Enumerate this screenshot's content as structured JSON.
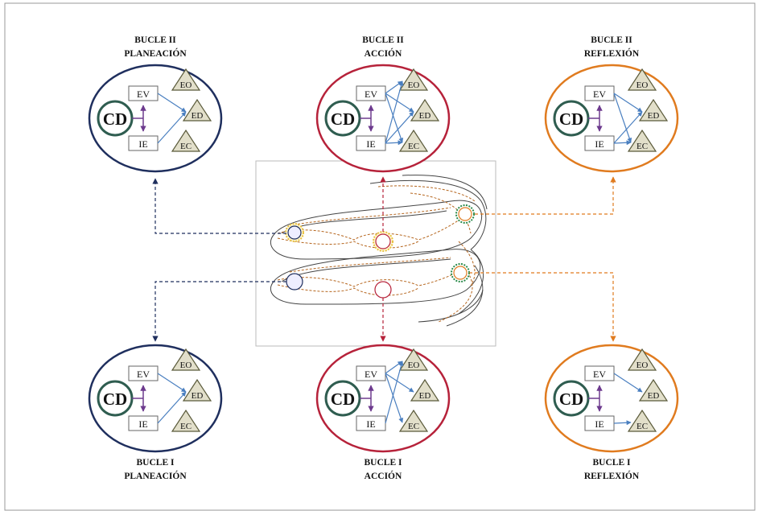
{
  "diagram": {
    "panels": [
      {
        "id": "p2-plan",
        "title_line1": "BUCLE II",
        "title_line2": "PLANEACIÓN",
        "ring_color": "#1f2f5e",
        "arrows": [
          "EV-ED",
          "IE-ED"
        ]
      },
      {
        "id": "p2-acc",
        "title_line1": "BUCLE II",
        "title_line2": "ACCIÓN",
        "ring_color": "#b6223a",
        "arrows": [
          "EV-EO",
          "EV-ED",
          "EV-EC",
          "IE-ED",
          "IE-EC",
          "IE-EO"
        ]
      },
      {
        "id": "p2-ref",
        "title_line1": "BUCLE II",
        "title_line2": "REFLEXIÓN",
        "ring_color": "#e07b1f",
        "arrows": [
          "EV-ED",
          "EV-EC",
          "IE-ED",
          "IE-EC"
        ]
      },
      {
        "id": "p1-plan",
        "title_line1": "BUCLE I",
        "title_line2": "PLANEACIÓN",
        "ring_color": "#1f2f5e",
        "arrows": [
          "EV-ED",
          "IE-ED"
        ]
      },
      {
        "id": "p1-acc",
        "title_line1": "BUCLE I",
        "title_line2": "ACCIÓN",
        "ring_color": "#b6223a",
        "arrows": [
          "EV-EO",
          "EV-ED",
          "EV-EC",
          "IE-EO"
        ]
      },
      {
        "id": "p1-ref",
        "title_line1": "BUCLE I",
        "title_line2": "REFLEXIÓN",
        "ring_color": "#e07b1f",
        "arrows": [
          "EV-ED",
          "IE-EC"
        ]
      }
    ],
    "labels": {
      "cd": "CD",
      "ev": "EV",
      "ie": "IE",
      "eo": "EO",
      "ed": "ED",
      "ec": "EC"
    },
    "colors": {
      "node_fill": "#e2dfca",
      "node_stroke": "#5a5a3a",
      "arrow": "#4a7fc0",
      "vertical": "#6d3a8e",
      "dash_blue": "#1f2f5e",
      "dash_red": "#b6223a",
      "dash_orange": "#e07b1f",
      "spiral": "#444444",
      "spiral_dash": "#b5651d"
    }
  }
}
